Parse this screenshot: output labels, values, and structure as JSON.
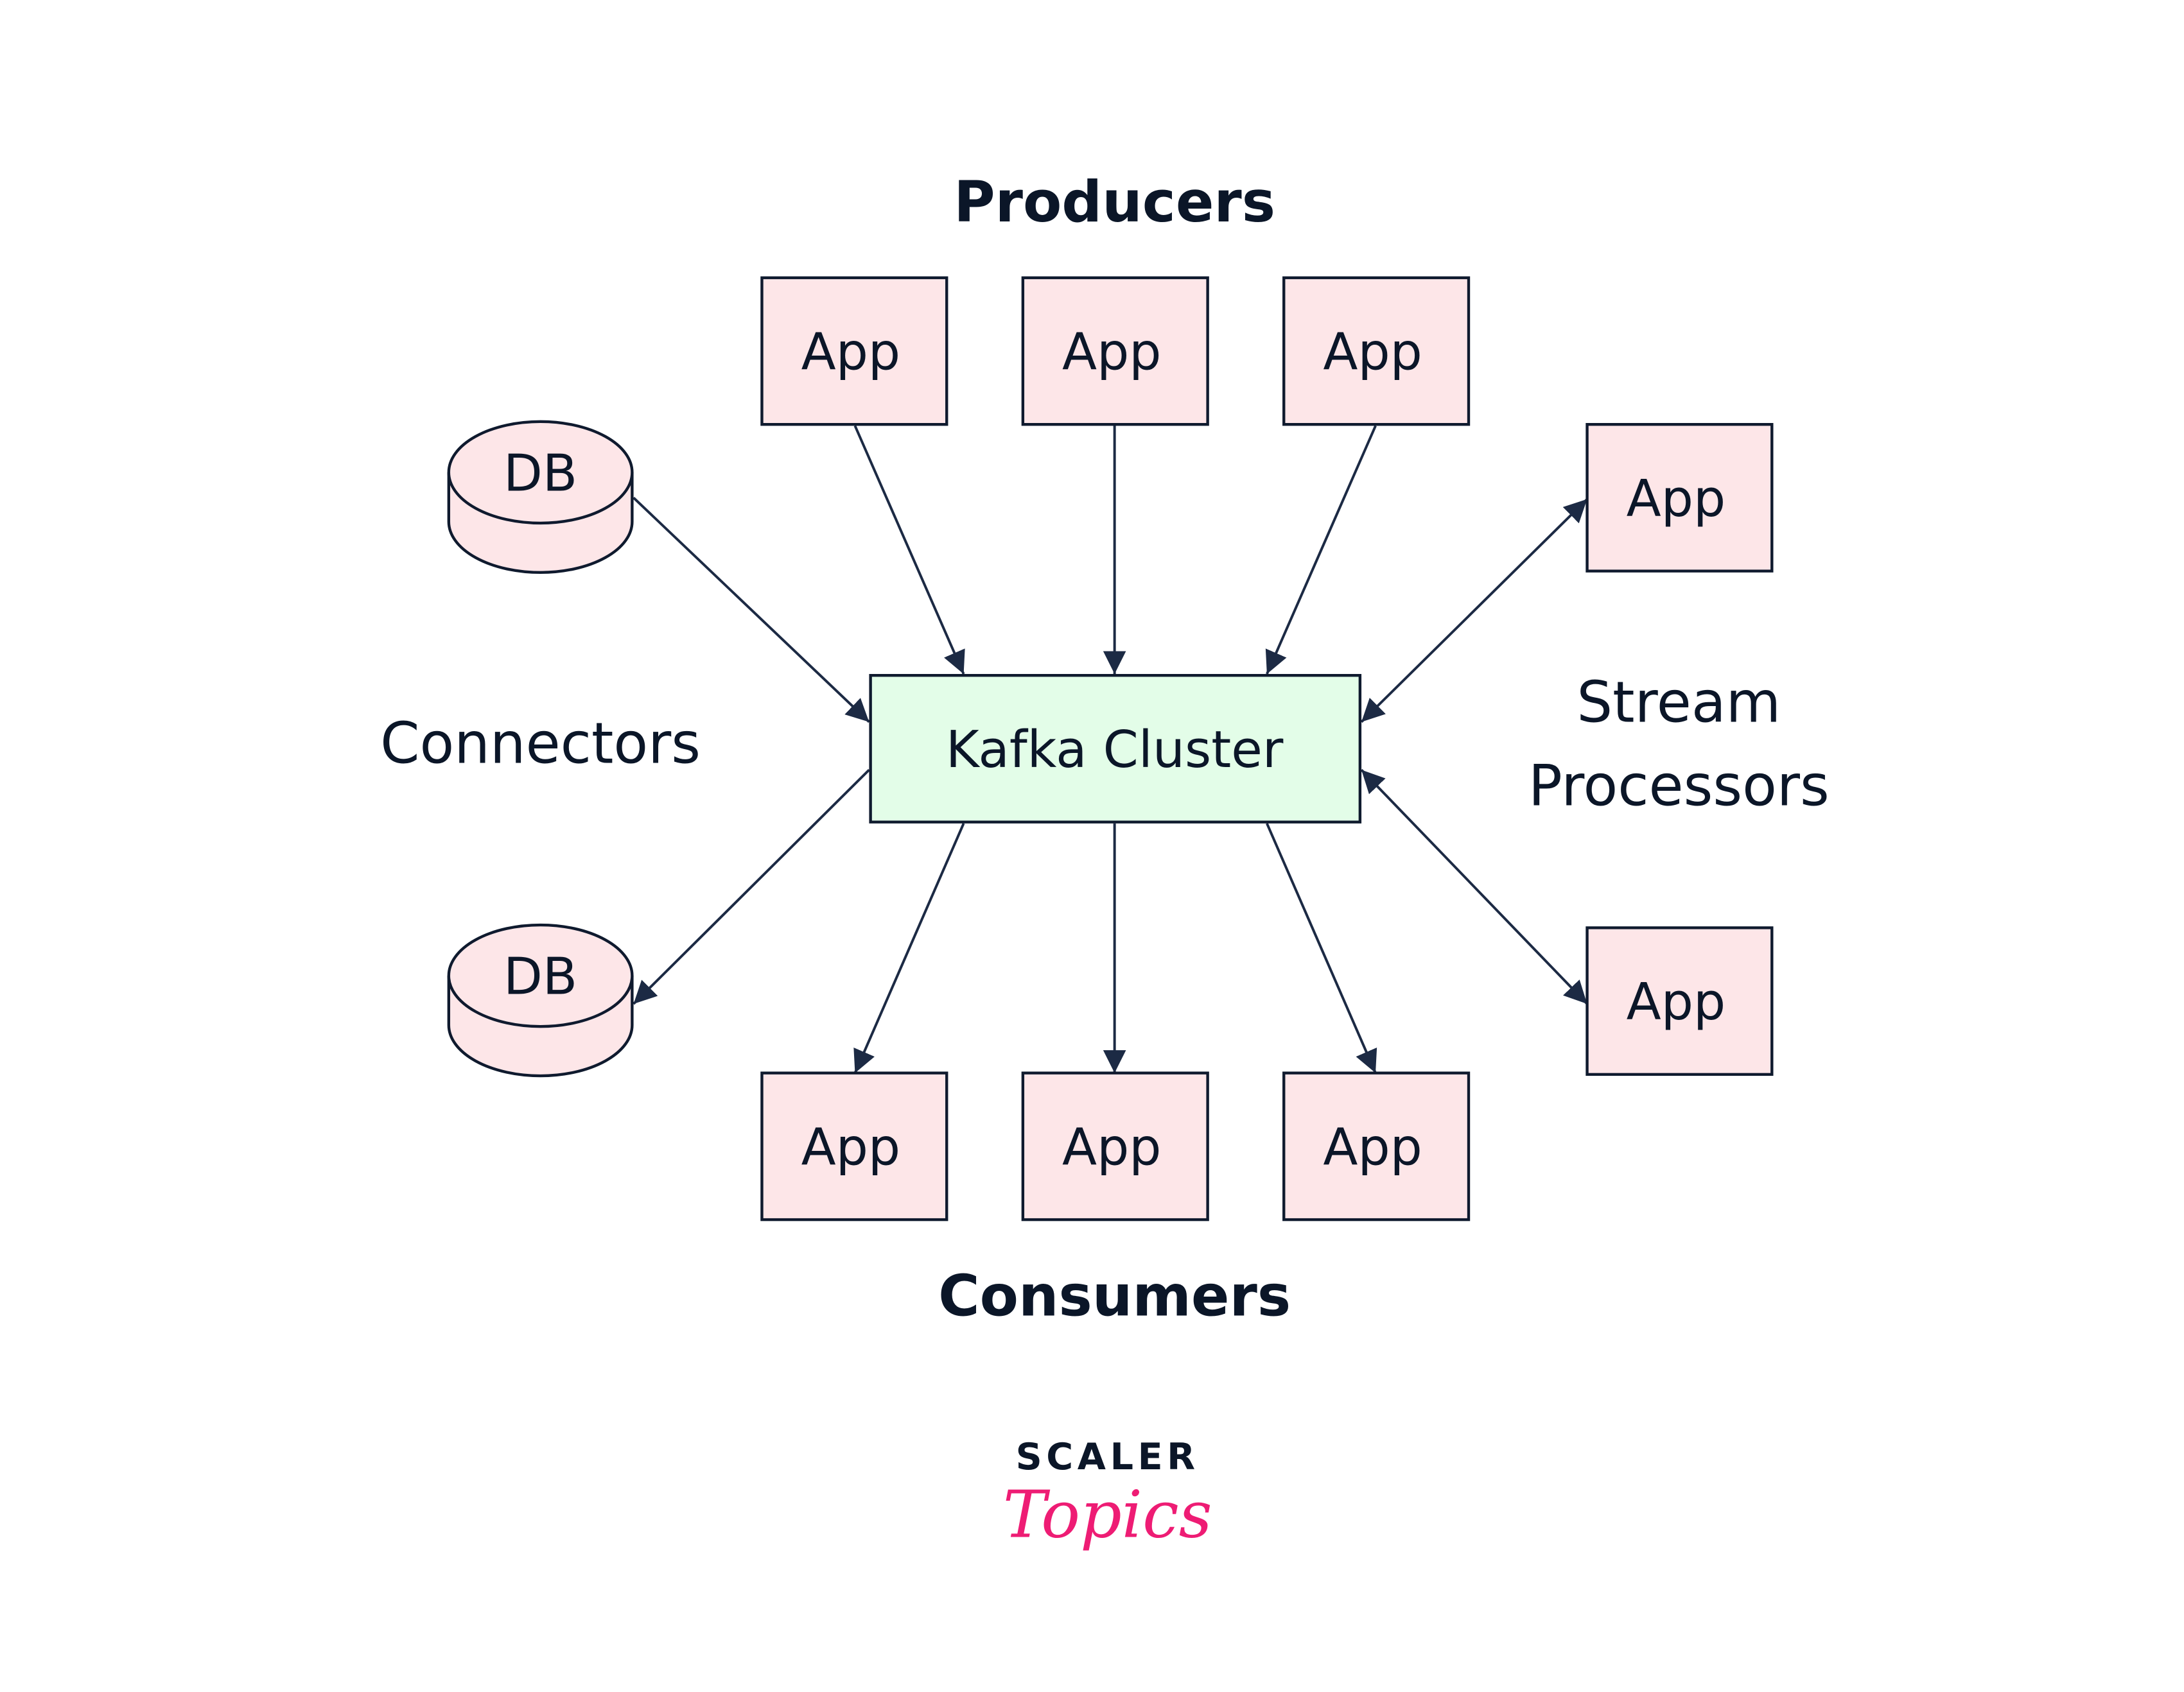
{
  "colors": {
    "app_fill": "#fde6e8",
    "cluster_fill": "#e3fde8",
    "stroke": "#0f1a2e",
    "brand_pink": "#ee1c74",
    "brand_dark": "#0b1628"
  },
  "labels": {
    "producers": "Producers",
    "consumers": "Consumers",
    "connectors": "Connectors",
    "stream_line1": "Stream",
    "stream_line2": "Processors"
  },
  "cluster": {
    "label": "Kafka Cluster"
  },
  "producers": [
    {
      "label": "App"
    },
    {
      "label": "App"
    },
    {
      "label": "App"
    }
  ],
  "consumers": [
    {
      "label": "App"
    },
    {
      "label": "App"
    },
    {
      "label": "App"
    }
  ],
  "stream_processors": [
    {
      "label": "App"
    },
    {
      "label": "App"
    }
  ],
  "connectors": [
    {
      "label": "DB",
      "direction": "to-cluster"
    },
    {
      "label": "DB",
      "direction": "from-cluster"
    }
  ],
  "logo": {
    "line1": "SCALER",
    "line2": "Topics"
  }
}
